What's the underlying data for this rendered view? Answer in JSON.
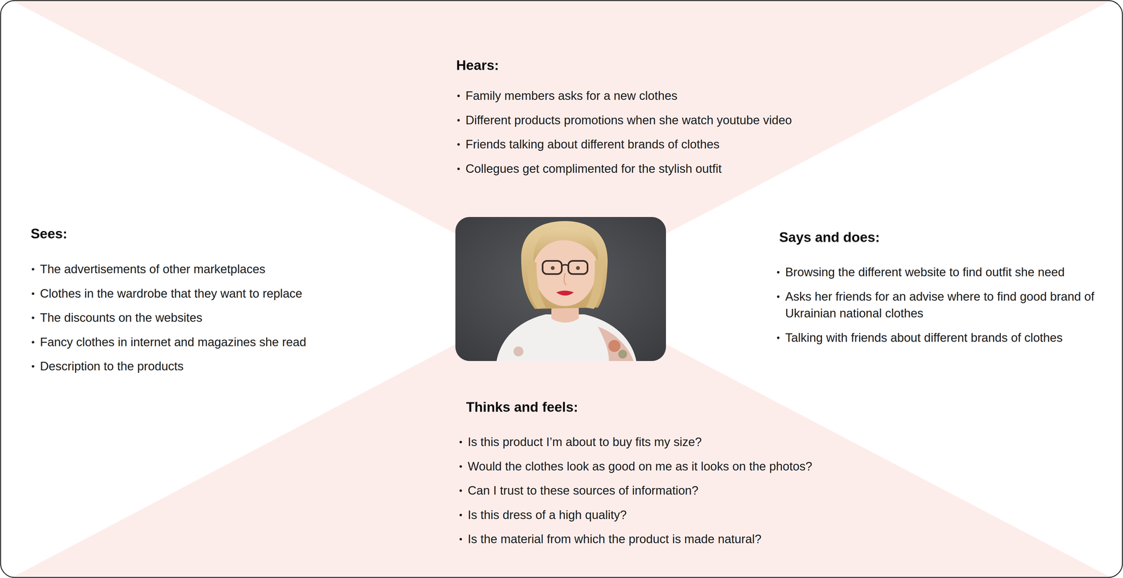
{
  "diagram": {
    "nodes": [
      {
        "text": [
          "Hears:",
          "Family members asks for a new clothes",
          "Different products promotions when she watch youtube video",
          "Friends talking about different brands of clothes",
          "Collegues get complimented for the stylish outfit"
        ]
      },
      {
        "text": [
          "Sees:",
          "The advertisements of other marketplaces",
          "Clothes in the wardrobe that they want to replace",
          "The discounts on the websites",
          "Fancy clothes in internet and magazines she read",
          "Description to the products"
        ]
      },
      {
        "text": [
          "Says and does:",
          "Browsing the different website to find outfit she need",
          "Asks her friends for an advise where to find good brand of Ukrainian national clothes",
          "Talking with friends about different brands of clothes"
        ]
      },
      {
        "text": [
          "Thinks and feels:",
          "Is this product I’m about to buy fits my size?",
          "Would the clothes look as good on me as it looks on the photos?",
          "Can I trust to these sources of information?",
          "Is this dress of a high quality?",
          "Is the material from which the product is made natural?"
        ]
      }
    ]
  }
}
